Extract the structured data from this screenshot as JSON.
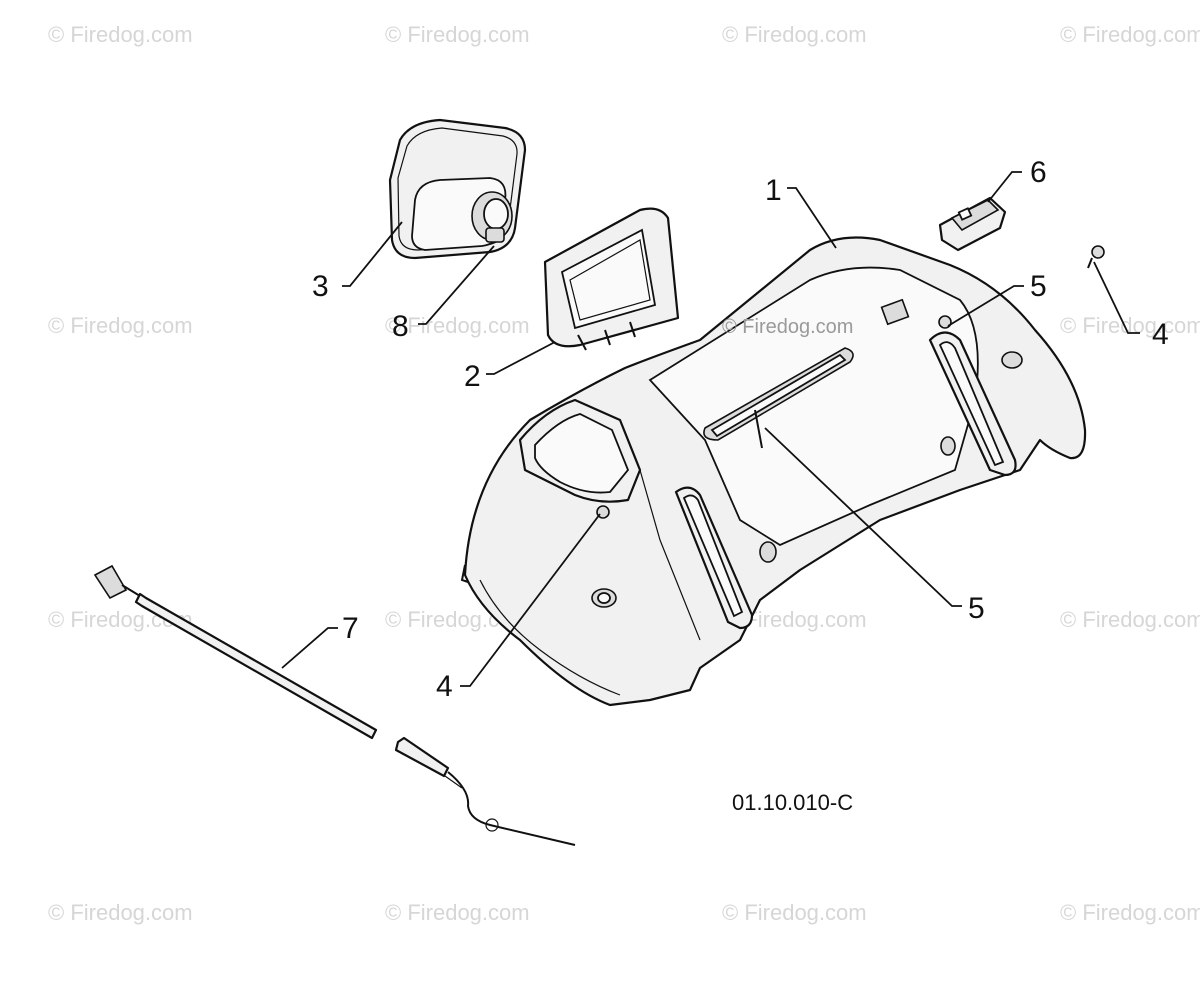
{
  "watermark_text": "© Firedog.com",
  "diagram_code": "01.10.010-C",
  "callouts": {
    "c1": "1",
    "c2": "2",
    "c3": "3",
    "c4a": "4",
    "c4b": "4",
    "c5a": "5",
    "c5b": "5",
    "c6": "6",
    "c7": "7",
    "c8": "8"
  },
  "colors": {
    "line": "#111111",
    "part_fill": "#f1f1f1",
    "watermark": "#d6d6d6"
  }
}
